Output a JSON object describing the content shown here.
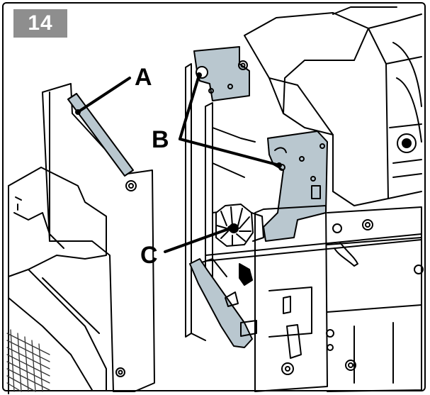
{
  "step_number": "14",
  "callouts": {
    "a": "A",
    "b": "B",
    "c": "C"
  },
  "colors": {
    "highlight_part": "#b9c7cf",
    "badge_background": "#8e8e8e",
    "line_art": "#000000"
  }
}
